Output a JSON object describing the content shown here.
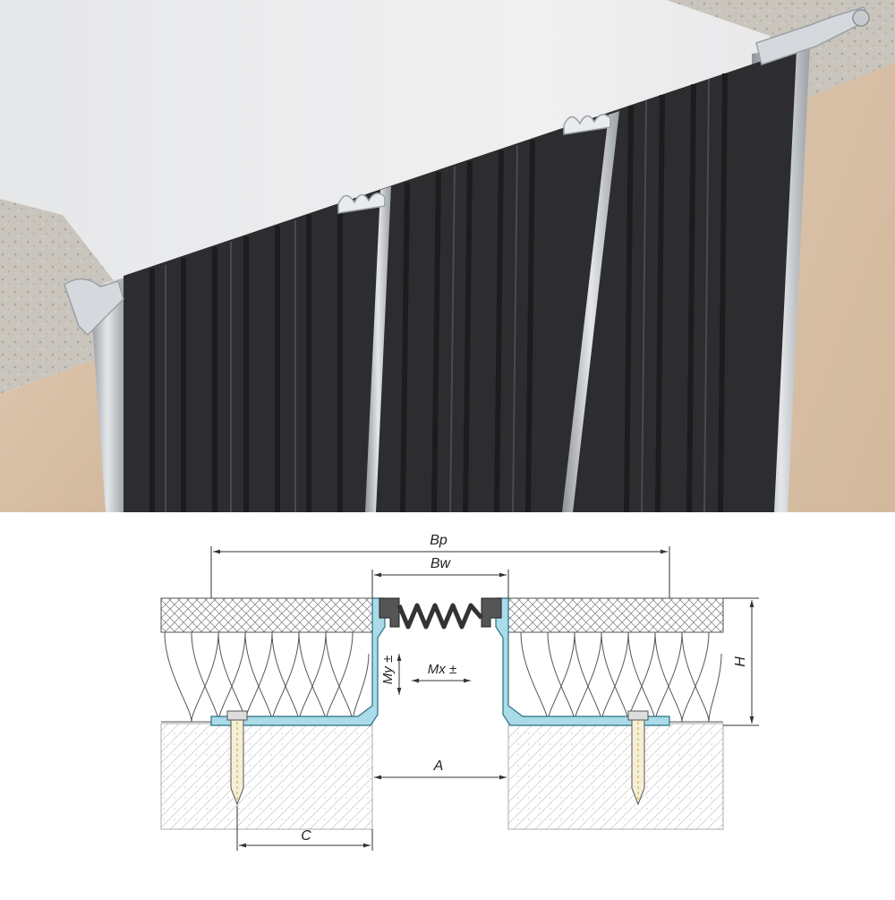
{
  "drawing": {
    "labels": {
      "bp": "Bp",
      "bw": "Bw",
      "h": "H",
      "my": "My ±",
      "mx": "Mx ±",
      "a": "A",
      "c": "C"
    }
  },
  "colors": {
    "rubber": "#2b2b2e",
    "aluminium": "#c9cdd1",
    "concrete": "#c8c4bc",
    "wall": "#d8c0a6",
    "profile_fill": "#a9dbe8",
    "line": "#333333"
  }
}
